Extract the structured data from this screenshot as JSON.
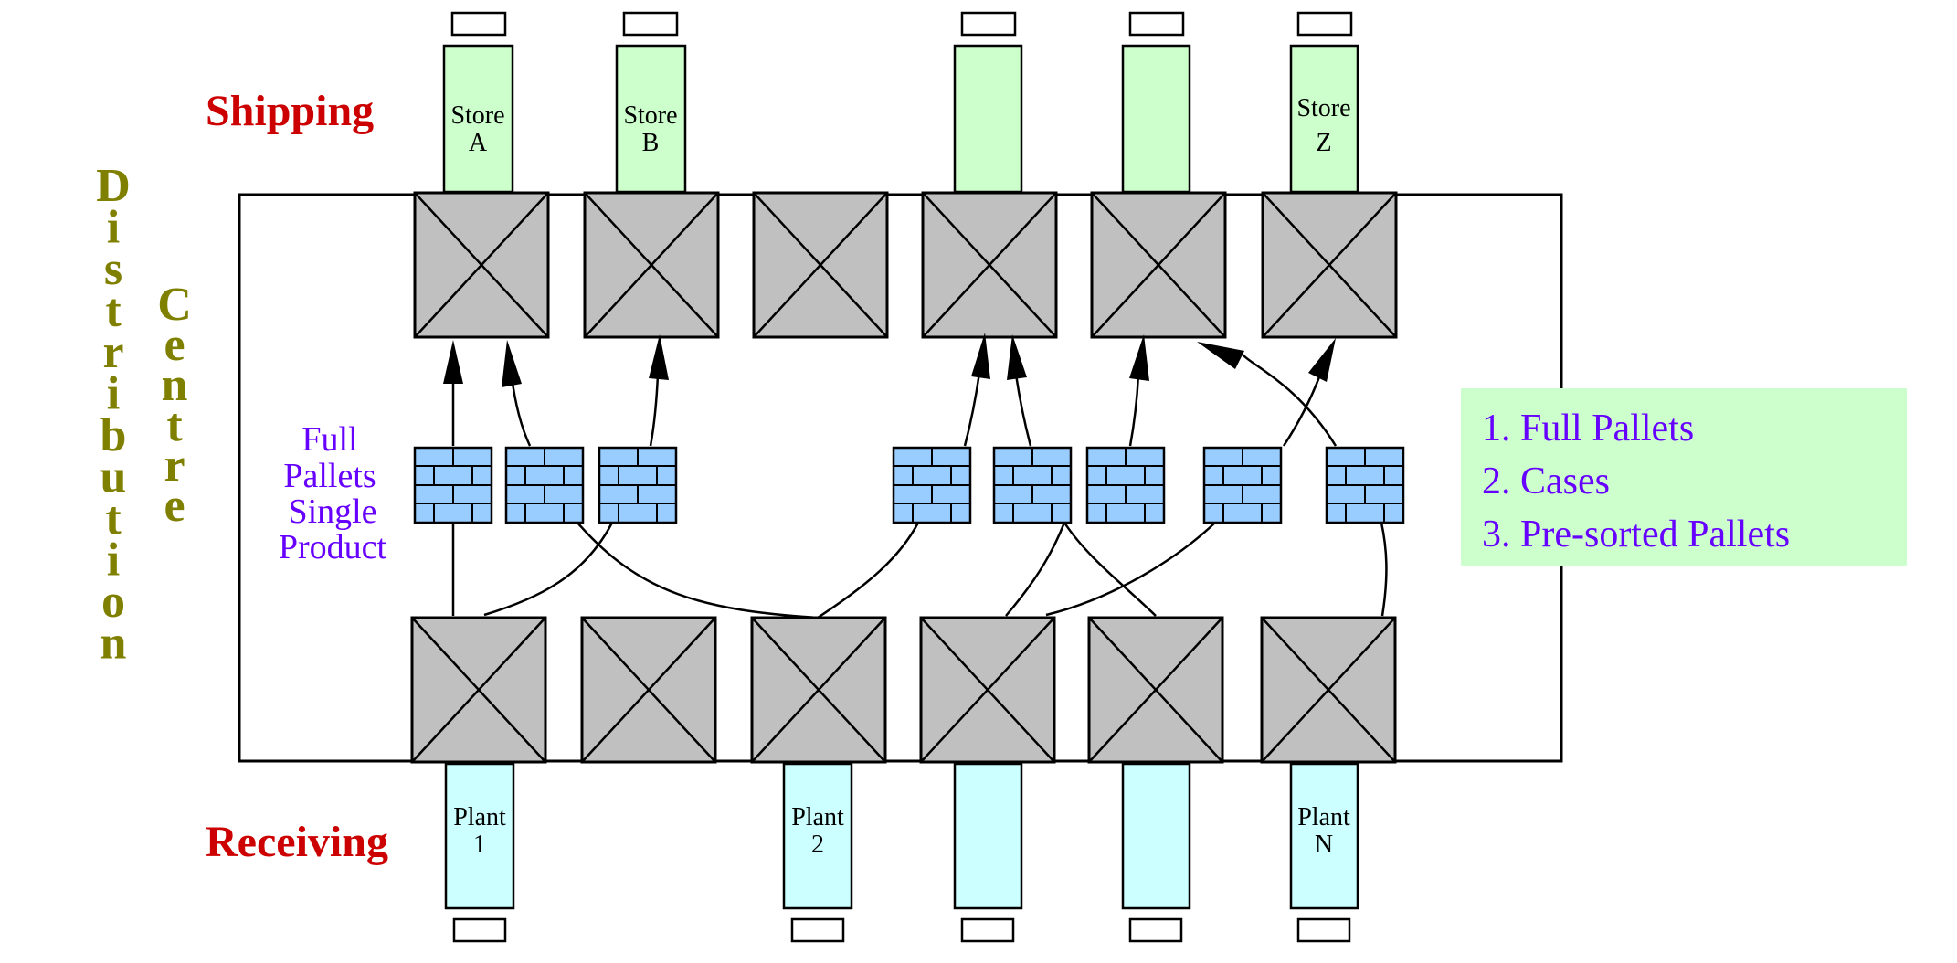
{
  "labels": {
    "shipping": "Shipping",
    "receiving": "Receiving",
    "distribution": "Distribution",
    "centre": "Centre",
    "full_pallets_line1": "Full",
    "full_pallets_line2": "Pallets",
    "full_pallets_line3": "Single",
    "full_pallets_line4": "Product"
  },
  "stores": [
    {
      "line1": "Store",
      "line2": "A"
    },
    {
      "line1": "Store",
      "line2": "B"
    },
    {
      "line1": "",
      "line2": ""
    },
    {
      "line1": "",
      "line2": ""
    },
    {
      "line1": "Store",
      "line2": "Z"
    }
  ],
  "plants": [
    {
      "line1": "Plant",
      "line2": "1"
    },
    {
      "line1": "Plant",
      "line2": "2"
    },
    {
      "line1": "",
      "line2": ""
    },
    {
      "line1": "",
      "line2": ""
    },
    {
      "line1": "Plant",
      "line2": "N"
    }
  ],
  "legend": {
    "items": [
      "1. Full Pallets",
      "2. Cases",
      "3. Pre-sorted Pallets"
    ]
  },
  "colors": {
    "title_red": "#cc0000",
    "olive": "#808000",
    "purple": "#6600ff",
    "store_green": "#ccffcc",
    "plant_cyan": "#ccffff",
    "bay_gray": "#c0c0c0",
    "pallet_blue": "#99ccff",
    "legend_bg": "#ccffcc"
  }
}
